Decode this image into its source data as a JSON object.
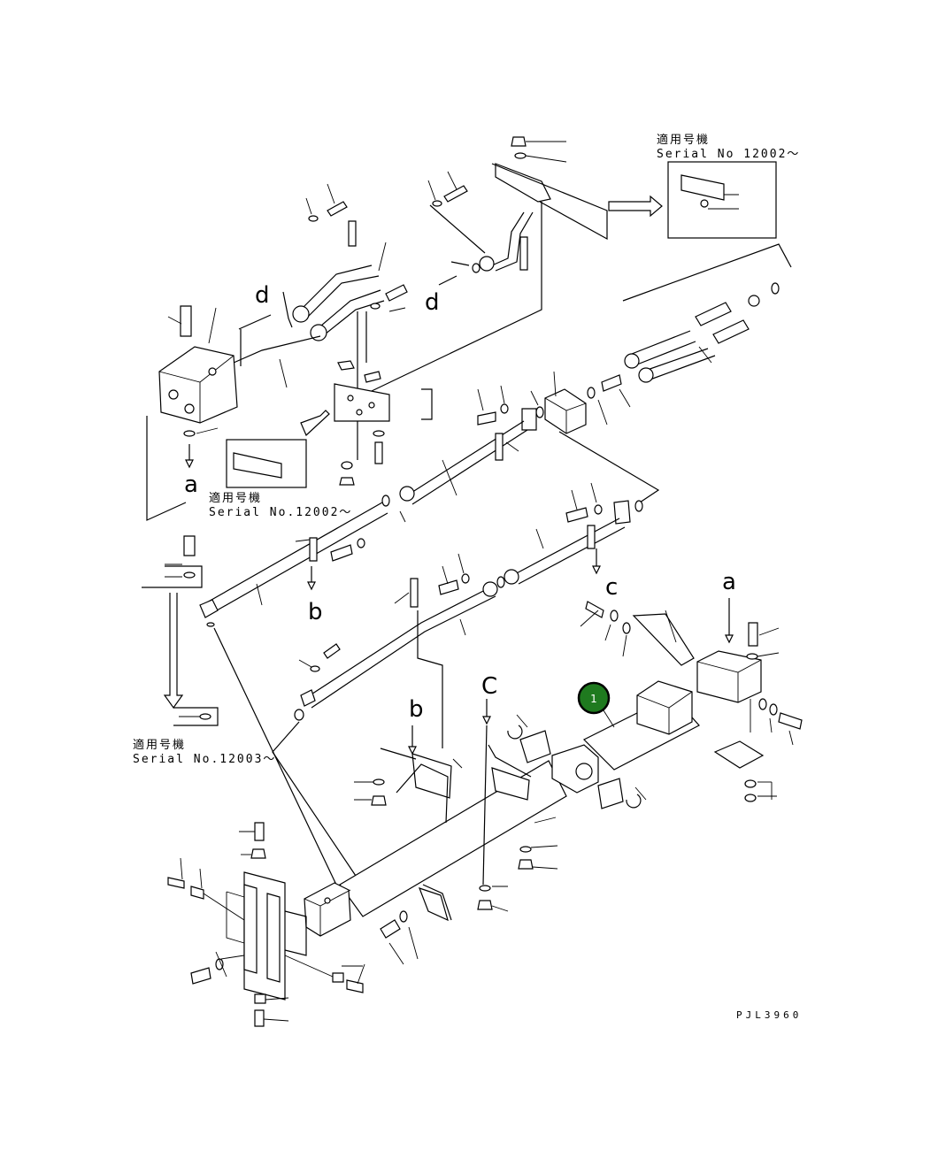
{
  "callouts": {
    "d_left": "d",
    "d_right": "d",
    "a_top": "a",
    "a_right": "a",
    "b_left": "b",
    "b_mid": "b",
    "c_lower": "c",
    "c_upper": "C"
  },
  "serial_notes": {
    "top_right": {
      "heading": "適用号機",
      "serial": "Serial No 12002〜"
    },
    "middle": {
      "heading": "適用号機",
      "serial": "Serial No.12002〜"
    },
    "left": {
      "heading": "適用号機",
      "serial": "Serial No.12003〜"
    }
  },
  "part_badge": {
    "number": "1",
    "color": "#1f7a1f"
  },
  "drawing_code": "PJL3960"
}
